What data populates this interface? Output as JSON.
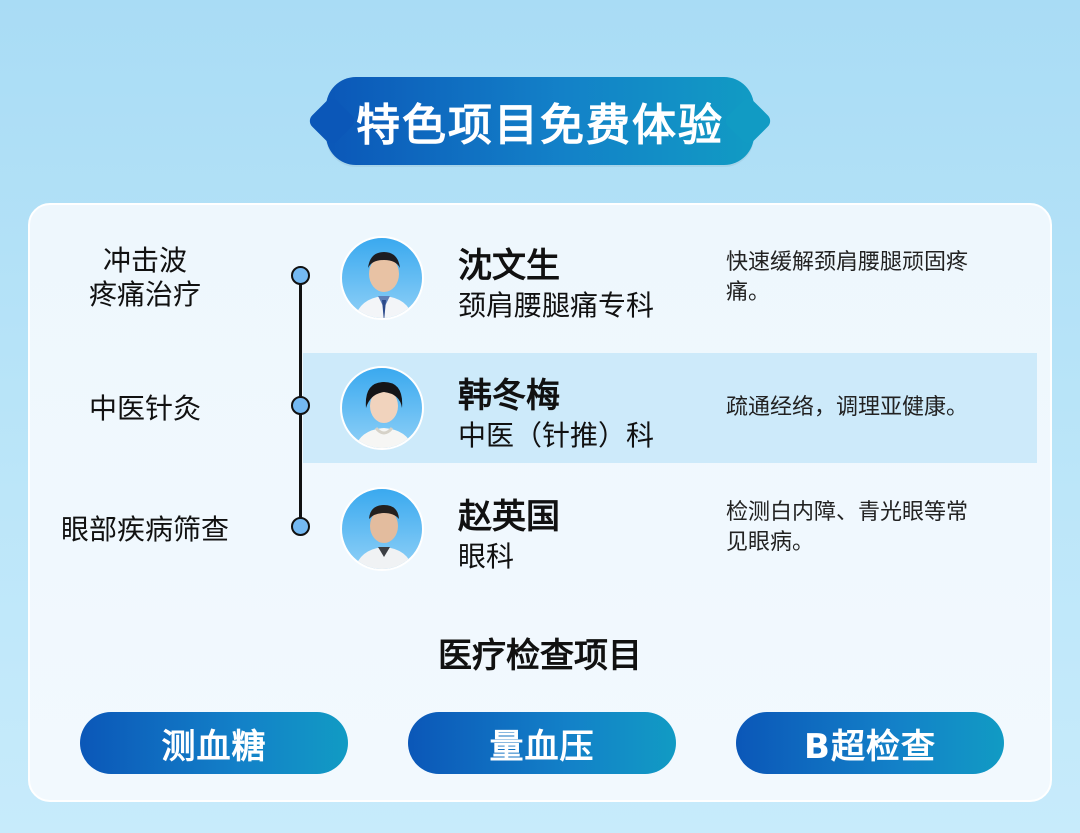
{
  "banner": {
    "title": "特色项目免费体验"
  },
  "rows": [
    {
      "service": "冲击波\n疼痛治疗",
      "doctor_name": "沈文生",
      "department": "颈肩腰腿痛专科",
      "description": "快速缓解颈肩腰腿顽固疼痛。"
    },
    {
      "service": "中医针灸",
      "doctor_name": "韩冬梅",
      "department": "中医（针推）科",
      "description": "疏通经络，调理亚健康。"
    },
    {
      "service": "眼部疾病筛查",
      "doctor_name": "赵英国",
      "department": "眼科",
      "description": "检测白内障、青光眼等常见眼病。"
    }
  ],
  "section_title": "医疗检查项目",
  "buttons": [
    "测血糖",
    "量血压",
    "B超检查"
  ],
  "colors": {
    "accent_dark": "#0b57b8",
    "accent_light": "#119bc4",
    "background": "#a9dcf5",
    "highlight_row": "#cdeafa",
    "timeline_dot": "#74b9f2"
  }
}
